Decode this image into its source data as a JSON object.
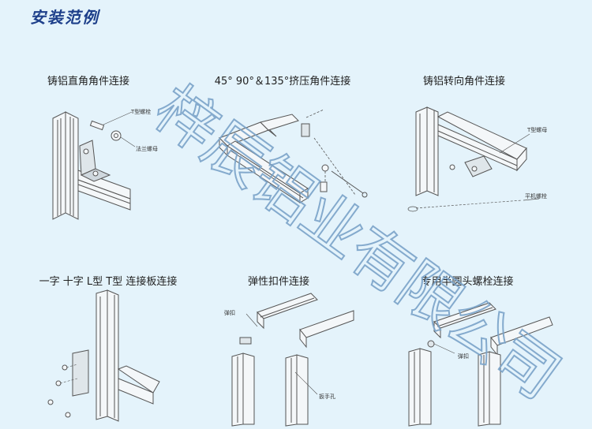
{
  "header": {
    "title": "安装范例"
  },
  "examples": [
    {
      "caption": "铸铝直角角件连接",
      "labels": [
        "T型螺栓",
        "法兰螺母"
      ]
    },
    {
      "caption": "45° 90°＆135°挤压角件连接",
      "labels": []
    },
    {
      "caption": "铸铝转向角件连接",
      "labels": [
        "T型螺母",
        "平机螺栓"
      ]
    },
    {
      "caption": "一字 十字  L型  T型 连接板连接",
      "labels": []
    },
    {
      "caption": "弹性扣件连接",
      "labels": [
        "弹扣",
        "扳手孔"
      ]
    },
    {
      "caption": "专用半圆头螺栓连接",
      "labels": [
        "弹扣"
      ]
    }
  ],
  "watermark": {
    "text": "梓辰铝业有限公司",
    "color": "#7aa3c9"
  }
}
